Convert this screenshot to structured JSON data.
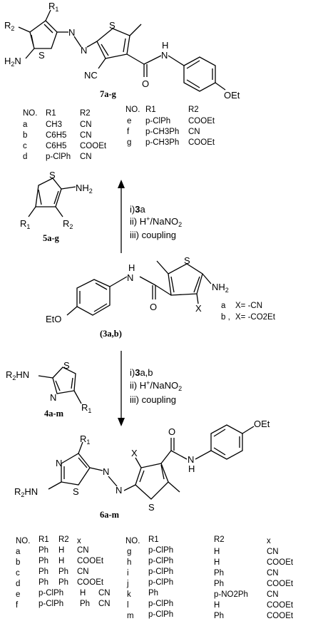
{
  "compound_7": {
    "label": "7a-g",
    "substituents": {
      "r1": "R",
      "r1_sub": "1",
      "r2": "R",
      "r2_sub": "2",
      "nh2": "H",
      "nh2_sub": "2",
      "nh2_n": "N",
      "s1": "S",
      "s2": "S",
      "nc": "NC",
      "n1": "N",
      "n2": "N",
      "h": "H",
      "n3": "N",
      "o": "O",
      "oet": "OEt"
    },
    "table_left": {
      "headers": [
        "NO.",
        "R1",
        "R2"
      ],
      "rows": [
        [
          "a",
          "CH3",
          "CN"
        ],
        [
          "b",
          "C6H5",
          "CN"
        ],
        [
          "c",
          "C6H5",
          "COOEt"
        ],
        [
          "d",
          "p-ClPh",
          "CN"
        ]
      ]
    },
    "table_right": {
      "headers": [
        "NO.",
        "R1",
        "R2"
      ],
      "rows": [
        [
          "e",
          "p-ClPh",
          "COOEt"
        ],
        [
          "f",
          "p-CH3Ph",
          "CN"
        ],
        [
          "g",
          "p-CH3Ph",
          "COOEt"
        ]
      ]
    }
  },
  "reagent_5": {
    "label": "5a-g",
    "s": "S",
    "nh2": "NH",
    "nh2_sub": "2",
    "r1": "R",
    "r1_sub": "1",
    "r2": "R",
    "r2_sub": "2"
  },
  "conditions_up": {
    "step1_pre": "i)",
    "step1_bold": "3",
    "step1_post": "a",
    "step2_pre": "ii) H",
    "step2_sup": "+",
    "step2_post": "/NaNO",
    "step2_sub": "2",
    "step3": "iii) coupling"
  },
  "compound_3": {
    "label": "(3a,b)",
    "s": "S",
    "nh2": "NH",
    "nh2_sub": "2",
    "h": "H",
    "n": "N",
    "o": "O",
    "x": "X",
    "eto": "EtO",
    "variants": [
      {
        "key": "a",
        "text": "X= -CN"
      },
      {
        "key": "b ,",
        "text": "X= -CO2Et"
      }
    ]
  },
  "reagent_4": {
    "label": "4a-m",
    "r2hn": "R",
    "r2hn_sub": "2",
    "r2hn_post": "HN",
    "s": "S",
    "n": "N",
    "r1": "R",
    "r1_sub": "1"
  },
  "conditions_down": {
    "step1_pre": "i)",
    "step1_bold": "3",
    "step1_post": "a,b",
    "step2_pre": "ii) H",
    "step2_sup": "+",
    "step2_post": "/NaNO",
    "step2_sub": "2",
    "step3": "iii) coupling"
  },
  "compound_6": {
    "label": "6a-m",
    "r1": "R",
    "r1_sub": "1",
    "n_ring": "N",
    "s_ring": "S",
    "r2hn": "R",
    "r2hn_sub": "2",
    "r2hn_post": "HN",
    "n1": "N",
    "n2": "N",
    "x": "X",
    "s2": "S",
    "o": "O",
    "h": "H",
    "n3": "N",
    "oet": "OEt",
    "table_left": {
      "headers": [
        "NO.",
        "R1",
        "R2",
        "x"
      ],
      "rows": [
        [
          "a",
          "Ph",
          "H",
          "CN"
        ],
        [
          "b",
          "Ph",
          "H",
          "COOEt"
        ],
        [
          "c",
          "Ph",
          "Ph",
          "CN"
        ],
        [
          "d",
          "Ph",
          "Ph",
          "COOEt"
        ],
        [
          "e",
          "p-ClPh",
          "H",
          "CN"
        ],
        [
          "f",
          "p-ClPh",
          "Ph",
          "CN"
        ]
      ]
    },
    "table_right": {
      "headers": [
        "NO.",
        "R1",
        "R2",
        "x"
      ],
      "rows": [
        [
          "g",
          "p-ClPh",
          "H",
          "CN"
        ],
        [
          "h",
          "p-ClPh",
          "H",
          "COOEt"
        ],
        [
          "i",
          "p-ClPh",
          "Ph",
          "CN"
        ],
        [
          "j",
          "p-ClPh",
          "Ph",
          "COOEt"
        ],
        [
          "k",
          "Ph",
          "p-NO2Ph",
          "CN"
        ],
        [
          "l",
          "p-ClPh",
          "H",
          "COOEt"
        ],
        [
          "m",
          "p-ClPh",
          "Ph",
          "COOEt"
        ]
      ]
    }
  }
}
